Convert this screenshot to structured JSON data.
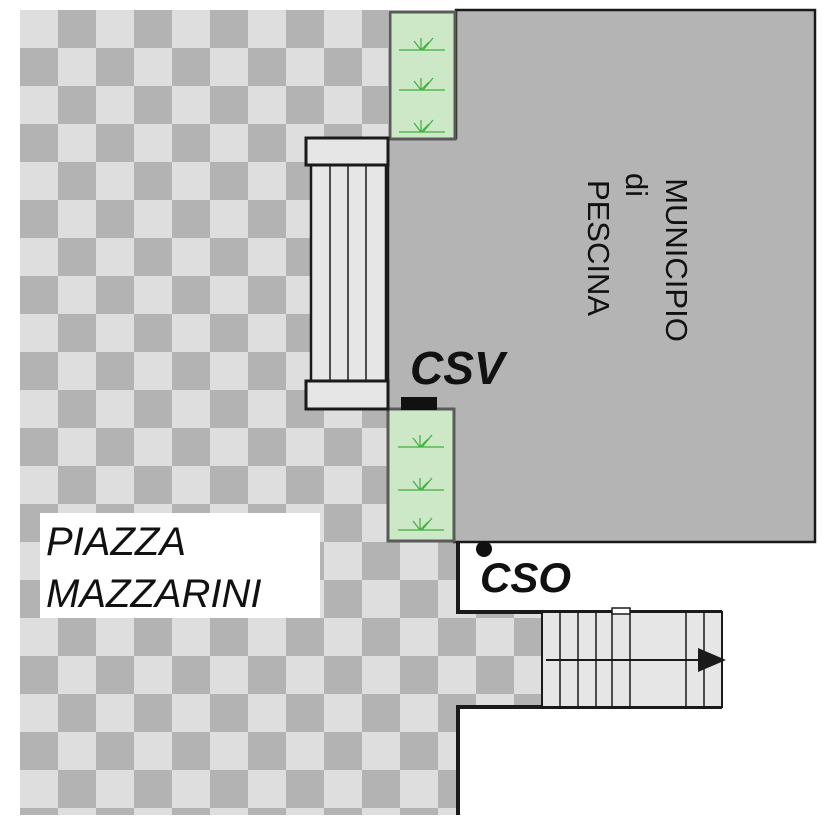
{
  "municipio": {
    "lines": [
      "MUNICIPIO",
      "di",
      "PESCINA"
    ]
  },
  "piazza": {
    "line1": "PIAZZA",
    "line2": "MAZZARINI"
  },
  "markers": {
    "csv": "CSV",
    "cso": "CSO"
  },
  "colors": {
    "checker_light": "#dedede",
    "checker_dark": "#b3b3b3",
    "building": "#b4b4b4",
    "garden": "#cce8c6",
    "plant": "#3fae3f",
    "stairs": "#e6e6e6",
    "outline": "#1a1a1a"
  }
}
